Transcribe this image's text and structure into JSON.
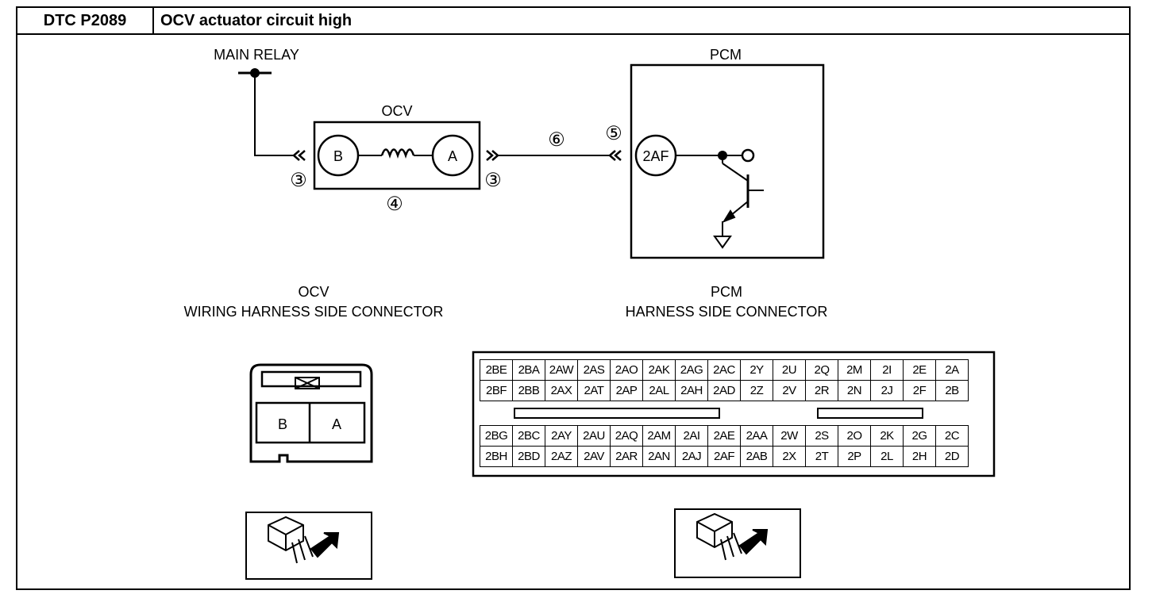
{
  "header": {
    "dtc_code": "DTC P2089",
    "title": "OCV actuator circuit high"
  },
  "schematic": {
    "main_relay_label": "MAIN RELAY",
    "ocv_label": "OCV",
    "pcm_label": "PCM",
    "ocv_pin_b": "B",
    "ocv_pin_a": "A",
    "pcm_pin": "2AF",
    "callout_3": "③",
    "callout_4": "④",
    "callout_5": "⑤",
    "callout_6": "⑥"
  },
  "ocv_connector": {
    "title_line1": "OCV",
    "title_line2": "WIRING HARNESS SIDE CONNECTOR",
    "pins": [
      "B",
      "A"
    ]
  },
  "pcm_connector": {
    "title_line1": "PCM",
    "title_line2": "HARNESS SIDE CONNECTOR",
    "top_rows": [
      [
        "2BE",
        "2BA",
        "2AW",
        "2AS",
        "2AO",
        "2AK",
        "2AG",
        "2AC",
        "2Y",
        "2U",
        "2Q",
        "2M",
        "2I",
        "2E",
        "2A"
      ],
      [
        "2BF",
        "2BB",
        "2AX",
        "2AT",
        "2AP",
        "2AL",
        "2AH",
        "2AD",
        "2Z",
        "2V",
        "2R",
        "2N",
        "2J",
        "2F",
        "2B"
      ]
    ],
    "bottom_rows": [
      [
        "2BG",
        "2BC",
        "2AY",
        "2AU",
        "2AQ",
        "2AM",
        "2AI",
        "2AE",
        "2AA",
        "2W",
        "2S",
        "2O",
        "2K",
        "2G",
        "2C"
      ],
      [
        "2BH",
        "2BD",
        "2AZ",
        "2AV",
        "2AR",
        "2AN",
        "2AJ",
        "2AF",
        "2AB",
        "2X",
        "2T",
        "2P",
        "2L",
        "2H",
        "2D"
      ]
    ]
  }
}
